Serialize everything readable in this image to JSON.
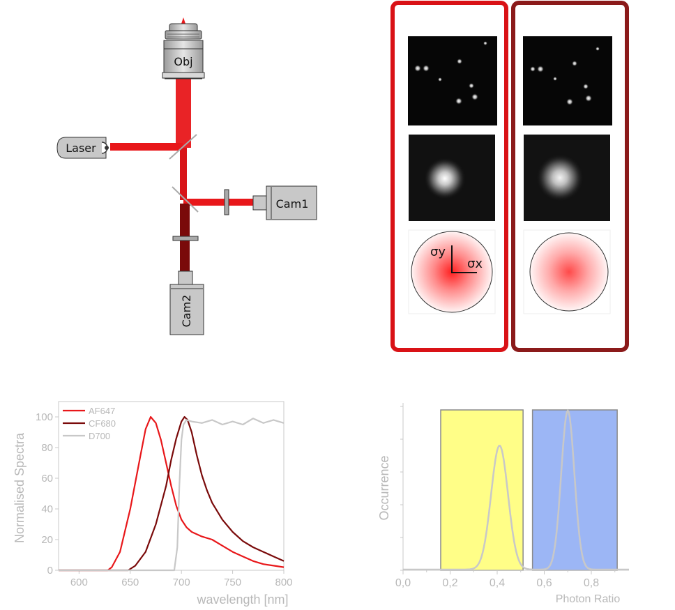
{
  "setup": {
    "objective_label": "Obj",
    "laser_label": "Laser",
    "cam1_label": "Cam1",
    "cam2_label": "Cam2",
    "colors": {
      "beam": "#e8171a",
      "beam_dark": "#7a0a0a",
      "body": "#c8c8c8"
    }
  },
  "channels": {
    "sigma_y": "σy",
    "sigma_x": "σx",
    "colors": {
      "channel1_frame": "#d91216",
      "channel2_frame": "#8b1a1a"
    }
  },
  "chart_data": [
    {
      "type": "line",
      "xlabel": "wavelength [nm]",
      "ylabel": "Normalised Spectra",
      "xlim": [
        580,
        800
      ],
      "ylim": [
        0,
        110
      ],
      "xticks": [
        "600",
        "650",
        "700",
        "750",
        "800"
      ],
      "yticks": [
        "0",
        "20",
        "40",
        "60",
        "80",
        "100"
      ],
      "legend_position": "top-left",
      "series": [
        {
          "name": "AF647",
          "color": "#e8171a",
          "x": [
            580,
            628,
            632,
            640,
            650,
            660,
            665,
            670,
            675,
            680,
            685,
            690,
            695,
            700,
            705,
            710,
            720,
            730,
            740,
            750,
            760,
            770,
            780,
            790,
            800
          ],
          "y": [
            0,
            0,
            2,
            12,
            40,
            75,
            92,
            100,
            96,
            85,
            70,
            55,
            42,
            33,
            28,
            25,
            22,
            20,
            16,
            12,
            9,
            6,
            4,
            3,
            2
          ]
        },
        {
          "name": "CF680",
          "color": "#7a0a0a",
          "x": [
            580,
            648,
            655,
            665,
            675,
            685,
            690,
            695,
            700,
            703,
            706,
            710,
            715,
            720,
            725,
            730,
            740,
            750,
            760,
            770,
            780,
            790,
            800
          ],
          "y": [
            0,
            0,
            3,
            12,
            30,
            55,
            72,
            86,
            97,
            100,
            98,
            90,
            75,
            62,
            52,
            44,
            33,
            25,
            19,
            15,
            12,
            9,
            6
          ]
        },
        {
          "name": "D700",
          "color": "#c8c8c8",
          "x": [
            580,
            693,
            696,
            698,
            700,
            702,
            705,
            710,
            720,
            730,
            740,
            750,
            760,
            770,
            780,
            790,
            800
          ],
          "y": [
            0,
            0,
            15,
            55,
            85,
            95,
            98,
            97,
            96,
            98,
            95,
            97,
            95,
            99,
            96,
            98,
            96
          ]
        }
      ]
    },
    {
      "type": "line",
      "xlabel": "Photon Ratio",
      "ylabel": "Occurrence",
      "xlim": [
        0,
        0.96
      ],
      "xticks": [
        "0,0",
        "0,2",
        "0,4",
        "0,6",
        "0,8"
      ],
      "regions": [
        {
          "x0": 0.16,
          "x1": 0.51,
          "color": "#fffe87"
        },
        {
          "x0": 0.55,
          "x1": 0.91,
          "color": "#9cb6f5"
        }
      ],
      "series": [
        {
          "peaks": [
            {
              "center": 0.41,
              "height": 0.78,
              "width": 0.036
            },
            {
              "center": 0.7,
              "height": 1.0,
              "width": 0.028
            }
          ],
          "color": "#c8c8c8"
        }
      ]
    }
  ]
}
